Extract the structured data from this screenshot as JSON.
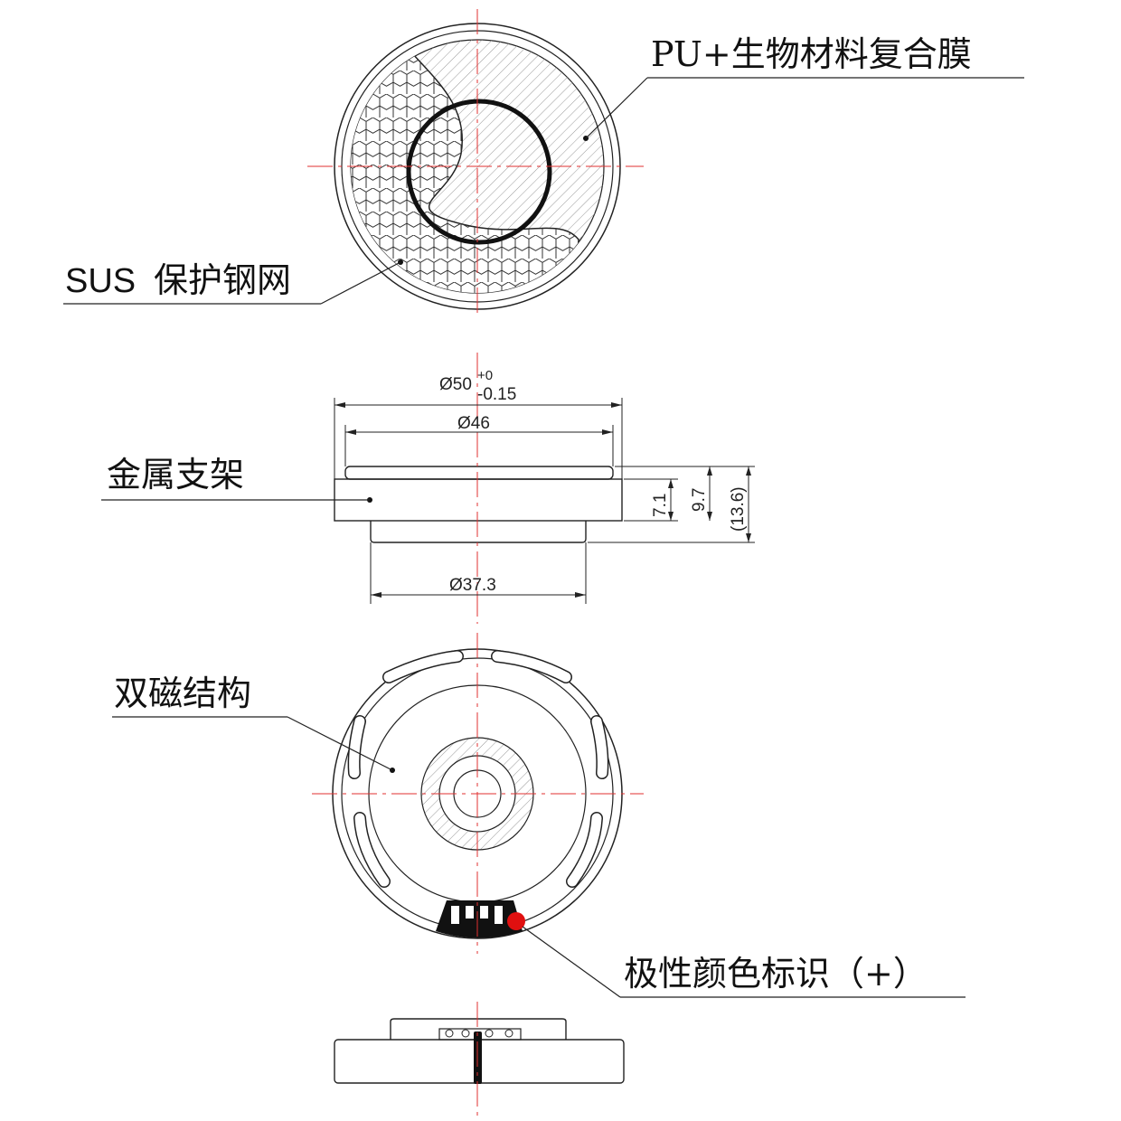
{
  "callouts": {
    "membrane": "PU+生物材料复合膜",
    "mesh_prefix": "SUS",
    "mesh": "保护钢网",
    "frame": "金属支架",
    "magnet": "双磁结构",
    "polarity": "极性颜色标识（+）"
  },
  "dimensions": {
    "outer_diameter": "Ø50",
    "outer_tol_upper": "+0",
    "outer_tol_lower": "-0.15",
    "inner_diameter": "Ø46",
    "magnet_diameter": "Ø37.3",
    "height_frame": "7.1",
    "height_total": "9.7",
    "height_overall": "(13.6)"
  },
  "colors": {
    "polarity_mark": "#e01010",
    "centerline": "#e03030"
  }
}
